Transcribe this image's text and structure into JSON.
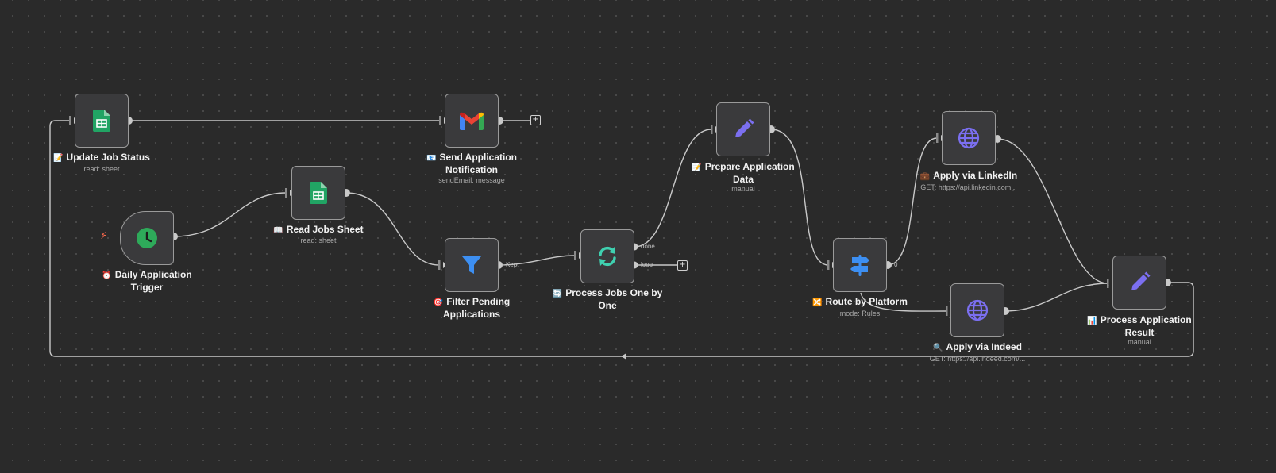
{
  "canvas": {
    "background": "#2a2a2a",
    "edge_color": "#c8c8c8"
  },
  "nodes": {
    "update_job_status": {
      "label": "Update Job Status",
      "emoji": "📝",
      "subtitle": "read: sheet",
      "icon": "google-sheets-icon",
      "icon_color": "#21a464"
    },
    "send_notification": {
      "label": "Send Application Notification",
      "label_line1": "Send Application",
      "label_line2": "Notification",
      "emoji": "📧",
      "subtitle": "sendEmail: message",
      "icon": "gmail-icon"
    },
    "daily_trigger": {
      "label": "Daily Application Trigger",
      "label_line1": "Daily Application",
      "label_line2": "Trigger",
      "emoji": "⏰",
      "icon": "clock-icon",
      "icon_color": "#2eaa5a"
    },
    "read_jobs_sheet": {
      "label": "Read Jobs Sheet",
      "emoji": "📖",
      "subtitle": "read: sheet",
      "icon": "google-sheets-icon",
      "icon_color": "#21a464"
    },
    "filter_pending": {
      "label": "Filter Pending Applications",
      "label_line1": "Filter Pending",
      "label_line2": "Applications",
      "emoji": "🎯",
      "icon": "filter-icon",
      "icon_color": "#3d8ff2"
    },
    "process_jobs": {
      "label": "Process Jobs One by One",
      "label_line1": "Process Jobs One by",
      "label_line2": "One",
      "emoji": "🔄",
      "icon": "loop-icon",
      "icon_color": "#3fd0b0"
    },
    "prepare_data": {
      "label": "Prepare Application Data",
      "label_line1": "Prepare Application",
      "label_line2": "Data",
      "emoji": "📝",
      "subtitle": "manual",
      "icon": "pencil-icon",
      "icon_color": "#7b6ff0"
    },
    "route_platform": {
      "label": "Route by Platform",
      "emoji": "🔀",
      "subtitle": "mode: Rules",
      "icon": "signpost-icon",
      "icon_color": "#3d8ff2"
    },
    "apply_linkedin": {
      "label": "Apply via LinkedIn",
      "emoji": "💼",
      "subtitle": "GET: https://api.linkedin.com...",
      "icon": "globe-icon",
      "icon_color": "#7b6ff0"
    },
    "apply_indeed": {
      "label": "Apply via Indeed",
      "emoji": "🔍",
      "subtitle": "GET: https://api.indeed.com/...",
      "icon": "globe-icon",
      "icon_color": "#7b6ff0"
    },
    "process_result": {
      "label": "Process Application Result",
      "label_line1": "Process Application",
      "label_line2": "Result",
      "emoji": "📊",
      "subtitle": "manual",
      "icon": "pencil-icon",
      "icon_color": "#7b6ff0"
    }
  },
  "port_labels": {
    "filter_kept": "Kept",
    "loop_done": "done",
    "loop_loop": "loop",
    "route_zero": "0"
  },
  "add_symbol": "+"
}
